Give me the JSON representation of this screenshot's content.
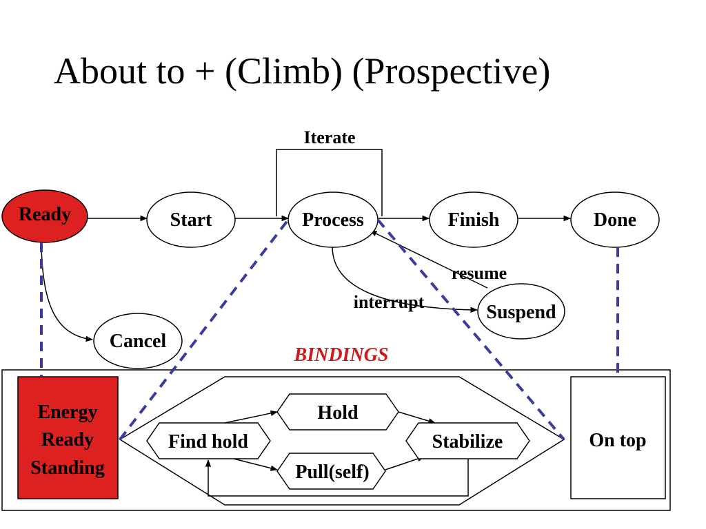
{
  "title": "About to + (Climb) (Prospective)",
  "colors": {
    "ready_fill": "#dd2020",
    "energy_fill": "#dd2020",
    "bindings_text": "#cc1a1a",
    "binding_dash": "#3a3aa0",
    "node_fill": "#ffffff",
    "line": "#000000"
  },
  "controller": {
    "iterate_label": "Iterate",
    "nodes": {
      "ready": "Ready",
      "start": "Start",
      "process": "Process",
      "finish": "Finish",
      "done": "Done",
      "cancel": "Cancel",
      "suspend": "Suspend"
    },
    "edge_labels": {
      "resume": "resume",
      "interrupt": "interrupt"
    }
  },
  "bindings_label": "BINDINGS",
  "climb": {
    "energy": [
      "Energy",
      "Ready",
      "Standing"
    ],
    "on_top": "On top",
    "find_hold": "Find hold",
    "hold": "Hold",
    "pull_self": "Pull(self)",
    "stabilize": "Stabilize"
  }
}
